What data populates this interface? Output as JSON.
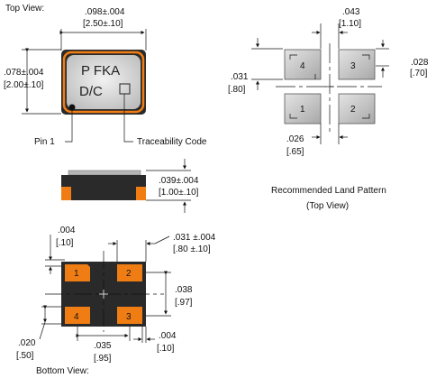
{
  "top_view": {
    "caption": "Top View:",
    "width_in": ".098±.004",
    "width_mm": "[2.50±.10]",
    "height_in": ".078±.004",
    "height_mm": "[2.00±.10]",
    "marking_line1": "P  FKA",
    "marking_line2": "D/C",
    "pin1_label": "Pin 1",
    "trace_label": "Traceability Code"
  },
  "side_view": {
    "thickness_in": ".039±.004",
    "thickness_mm": "[1.00±.10]"
  },
  "land_pattern": {
    "pad_gap_top_in": ".043",
    "pad_gap_top_mm": "[1.10]",
    "left_in": ".031",
    "left_mm": "[.80]",
    "right_in": ".028",
    "right_mm": "[.70]",
    "bottom_in": ".026",
    "bottom_mm": "[.65]",
    "pads": [
      "4",
      "3",
      "1",
      "2"
    ],
    "title": "Recommended Land Pattern",
    "subtitle": "(Top View)"
  },
  "bottom_view": {
    "caption": "Bottom View:",
    "corner_in": ".004",
    "corner_mm": "[.10]",
    "pad_w_in": ".031 ±.004",
    "pad_w_mm": "[.80 ±.10]",
    "pitch_v_in": ".038",
    "pitch_v_mm": "[.97]",
    "pitch_h_in": ".035",
    "pitch_h_mm": "[.95]",
    "pad_h_in": ".020",
    "pad_h_mm": "[.50]",
    "edge_in": ".004",
    "edge_mm": "[.10]",
    "pins": [
      "1",
      "2",
      "4",
      "3"
    ]
  },
  "colors": {
    "pad_orange": "#f07d14",
    "body_dark": "#2a2a2a",
    "top_fill": "#d6d6d6",
    "land_pad": "#c9c9c9"
  }
}
